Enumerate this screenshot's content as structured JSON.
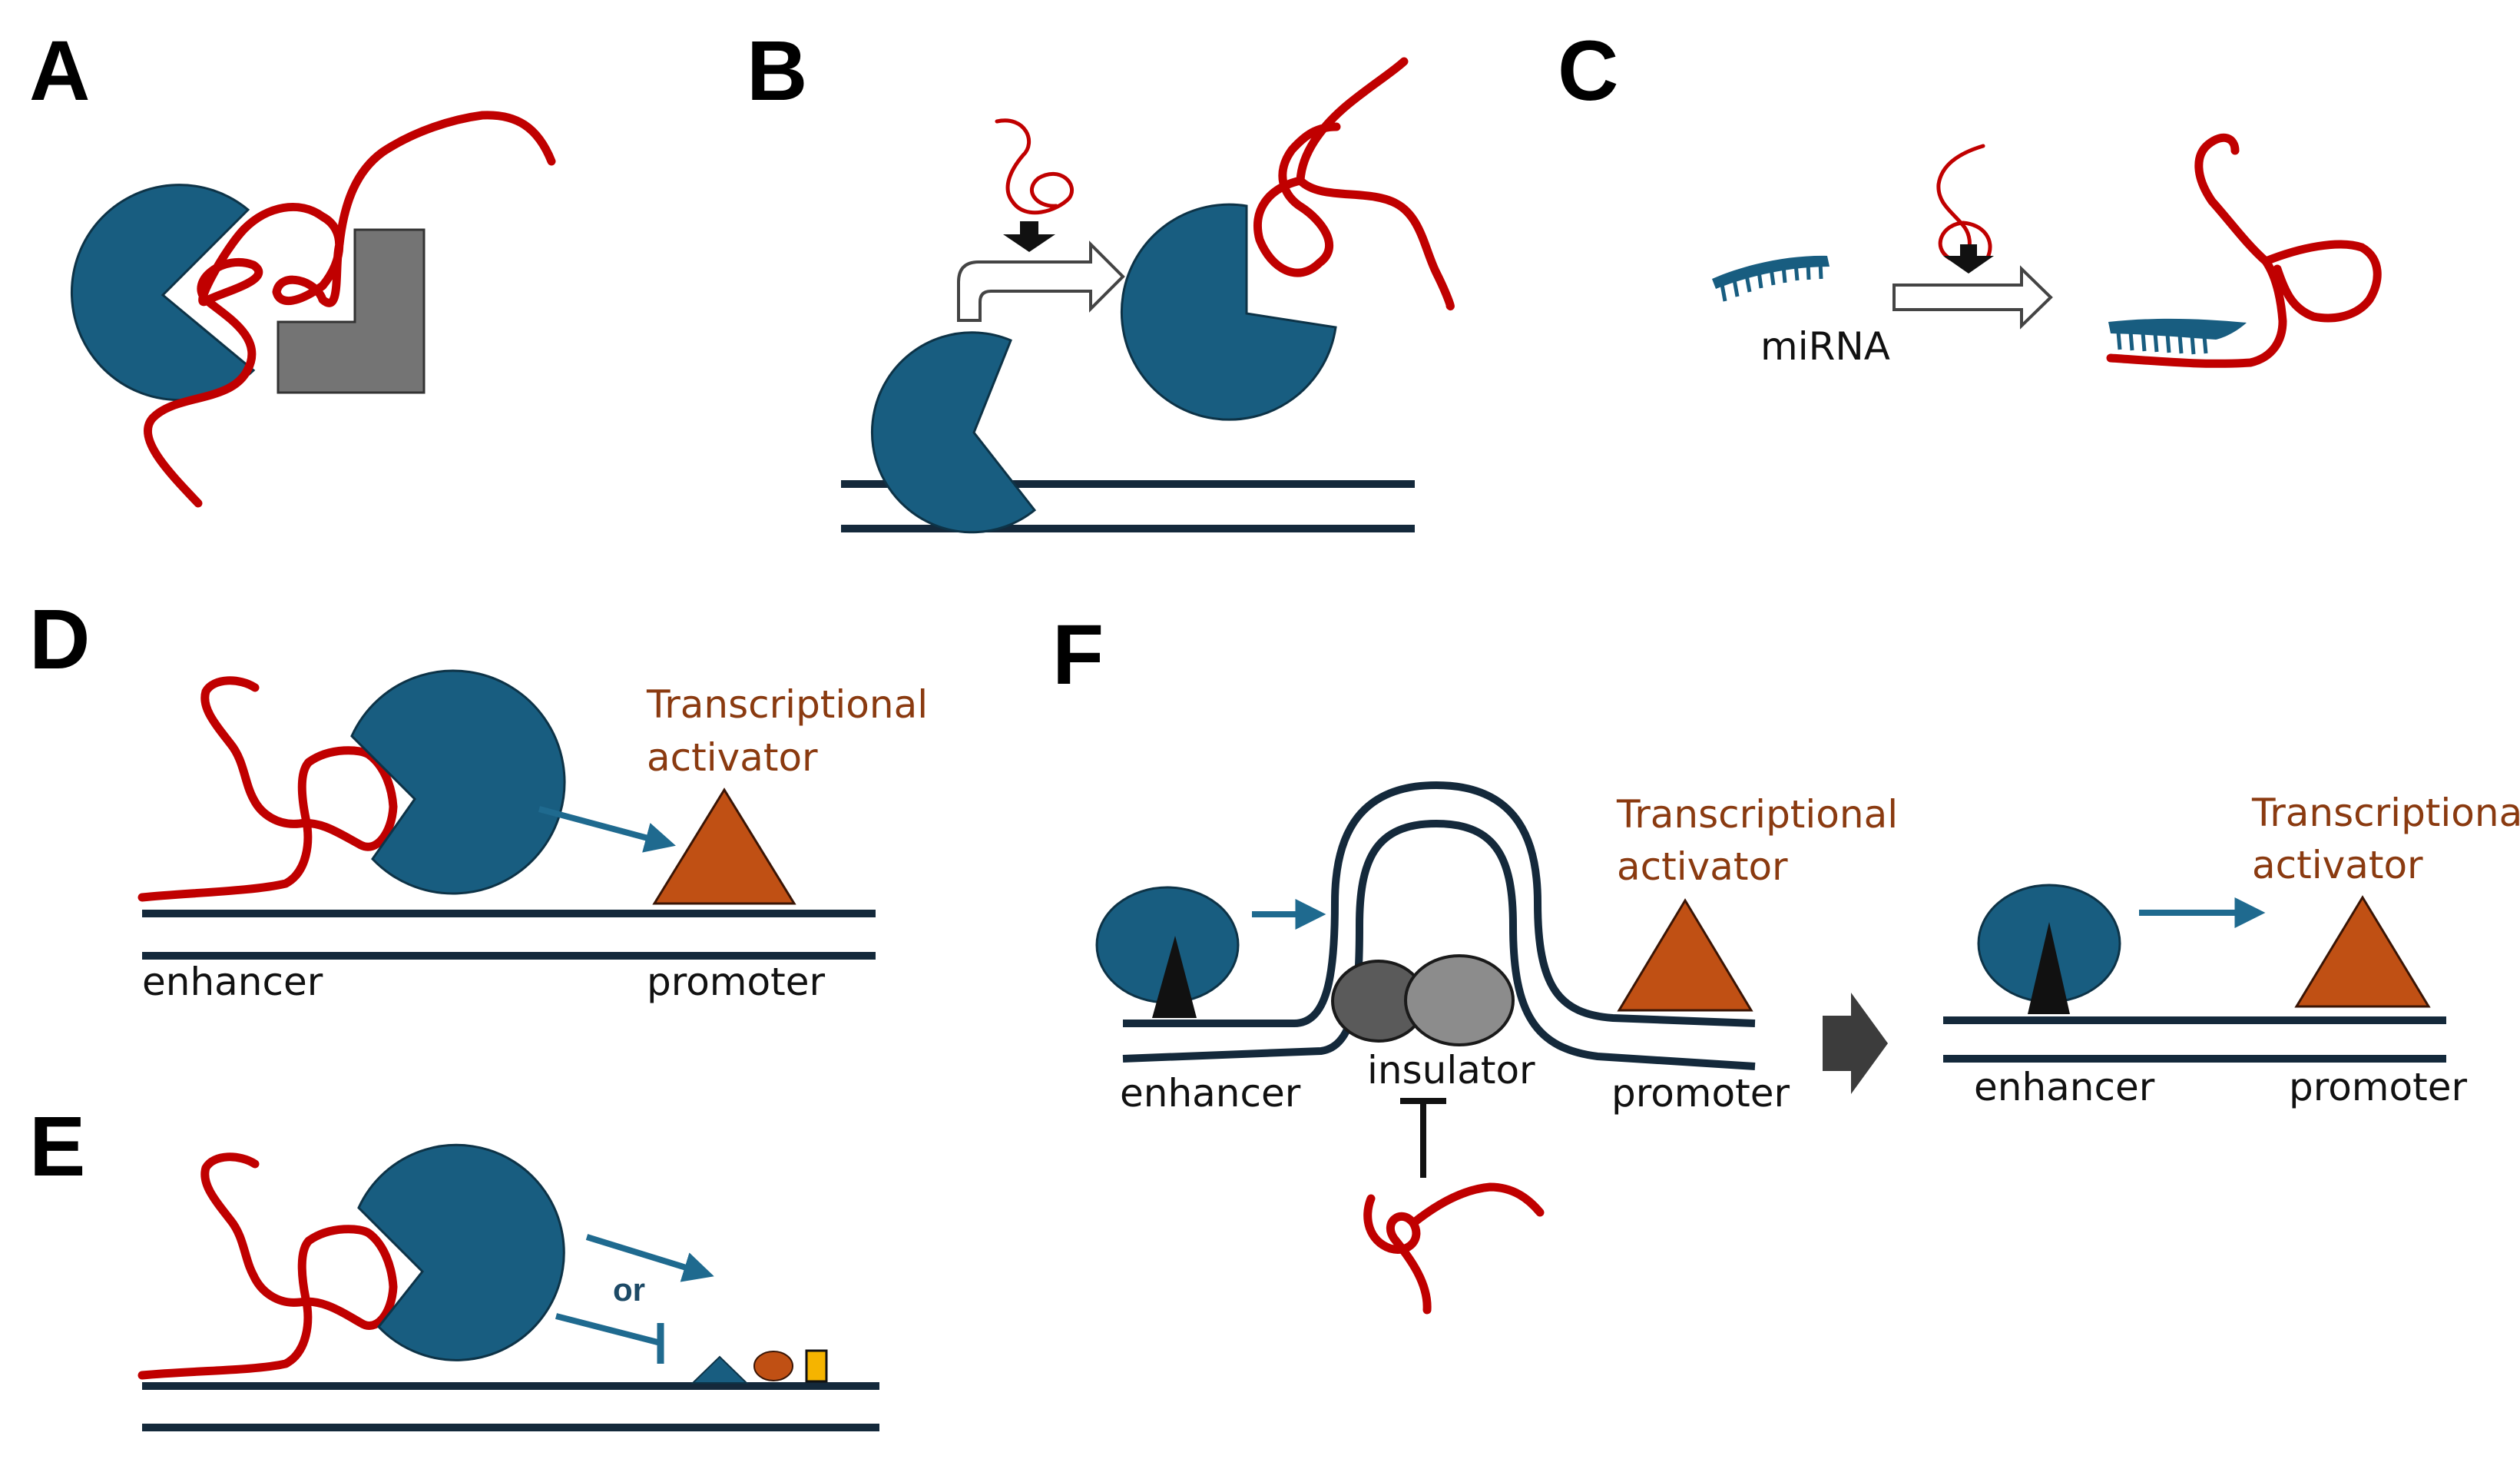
{
  "panels": {
    "a": "A",
    "b": "B",
    "c": "C",
    "d": "D",
    "e": "E",
    "f": "F"
  },
  "labels": {
    "mirna": "miRNA",
    "d_activator_line1": "Transcriptional",
    "d_activator_line2": "activator",
    "d_enhancer": "enhancer",
    "d_promoter": "promoter",
    "e_or": "or",
    "f_activator_line1": "Transcriptional",
    "f_activator_line2": "activator",
    "f_enhancer": "enhancer",
    "f_insulator": "insulator",
    "f_promoter": "promoter",
    "f2_activator_line1": "Transcriptional",
    "f2_activator_line2": "activator",
    "f2_enhancer": "enhancer",
    "f2_promoter": "promoter"
  },
  "colors": {
    "rna": "#c00000",
    "protein": "#185d80",
    "dna": "#14293b",
    "activator": "#c05014",
    "insulator_dark": "#5a5a5a",
    "insulator_light": "#8c8c8c",
    "blocker": "#747474",
    "cofactor_yellow": "#f5b400"
  }
}
